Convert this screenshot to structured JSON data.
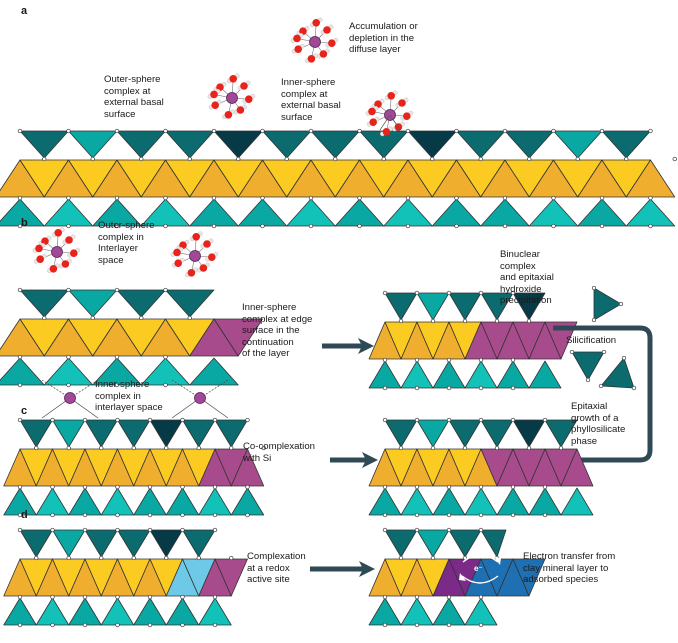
{
  "figure": {
    "type": "clay-mineral-sorption-mechanisms-diagram",
    "colors": {
      "tetrahedra_dark": "#0b6b6e",
      "tetrahedra_darkest": "#063a47",
      "tetrahedra_light": "#0aa8a3",
      "tetrahedra_bright": "#12c2b9",
      "octahedra_orange": "#efae2e",
      "octahedra_yellow": "#fccb22",
      "octahedra_substituted": "#a84b8c",
      "redox_site_light_blue": "#6ec8e8",
      "redox_purple": "#7b2a88",
      "redox_blue": "#1f6fb3",
      "metal_ion": "#a04a97",
      "oxygen": "#e8231c",
      "hydrogen": "#e6e6e6",
      "arrow": "#2f4a56",
      "node": "#ffffff",
      "edge": "#333333"
    },
    "panels": [
      {
        "id": "a",
        "letter": "a",
        "labels": [
          {
            "key": "outer_sphere_basal",
            "text": "Outer-sphere\ncomplex at\nexternal basal\nsurface"
          },
          {
            "key": "inner_sphere_basal",
            "text": "Inner-sphere\ncomplex at\nexternal basal\nsurface"
          },
          {
            "key": "diffuse_layer",
            "text": "Accumulation or\ndepletion in the\ndiffuse layer"
          }
        ]
      },
      {
        "id": "b",
        "letter": "b",
        "labels": [
          {
            "key": "outer_sphere_interlayer",
            "text": "Outer-sphere\ncomplex in\nInterlayer\nspace"
          },
          {
            "key": "inner_sphere_edge",
            "text": "Inner-sphere\ncomplex at edge\nsurface in the\ncontinuation\nof the layer"
          },
          {
            "key": "binuclear",
            "text": "Binuclear\ncomplex\nand epitaxial\nhydroxide\nprecipitation"
          },
          {
            "key": "silicification",
            "text": "Silicification"
          },
          {
            "key": "inner_sphere_interlayer",
            "text": "Inner-sphere\ncomplex in\ninterlayer space"
          }
        ]
      },
      {
        "id": "c",
        "letter": "c",
        "labels": [
          {
            "key": "co_complexation",
            "text": "Co-complexation\nwith Si"
          },
          {
            "key": "epitaxial_growth",
            "text": "Epitaxial\ngrowth of a\nphyllosilicate\nphase"
          }
        ]
      },
      {
        "id": "d",
        "letter": "d",
        "labels": [
          {
            "key": "redox_site",
            "text": "Complexation\nat a redox\nactive site"
          },
          {
            "key": "electron_transfer",
            "text": "Electron transfer from\nclay mineral layer to\nadsorbed species"
          },
          {
            "key": "electron_symbol",
            "text": "e⁻"
          }
        ]
      }
    ]
  }
}
